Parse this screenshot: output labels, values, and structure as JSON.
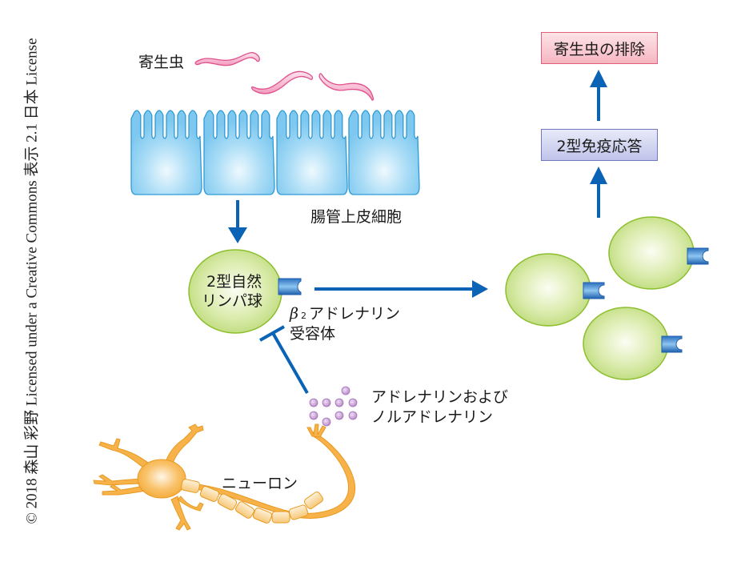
{
  "credit": "© 2018 森山 彩野 Licensed under a Creative Commons 表示 2.1 日本 License",
  "labels": {
    "parasite": "寄生虫",
    "epithelial_cells": "腸管上皮細胞",
    "ilc2_line1": "2型自然",
    "ilc2_line2": "リンパ球",
    "receptor_line1_greek": "β",
    "receptor_line1_sub": "2",
    "receptor_line1_rest": "アドレナリン",
    "receptor_line2": "受容体",
    "neurotransmitters_line1": "アドレナリンおよび",
    "neurotransmitters_line2": "ノルアドレナリン",
    "neuron": "ニューロン"
  },
  "boxes": {
    "parasite_expulsion": "寄生虫の排除",
    "type2_immune_response": "2型免疫応答"
  },
  "colors": {
    "arrow": "#0a63b5",
    "cell_green": "#c8e08a",
    "cell_green_edge": "#8cbf2e",
    "epithelium": "#7fcbf0",
    "epithelium_edge": "#2d9ad6",
    "parasite": "#f4a6c4",
    "parasite_edge": "#e0508c",
    "neuron": "#f7b24a",
    "neuron_edge": "#e89a20",
    "vesicle": "#c79ad6"
  }
}
